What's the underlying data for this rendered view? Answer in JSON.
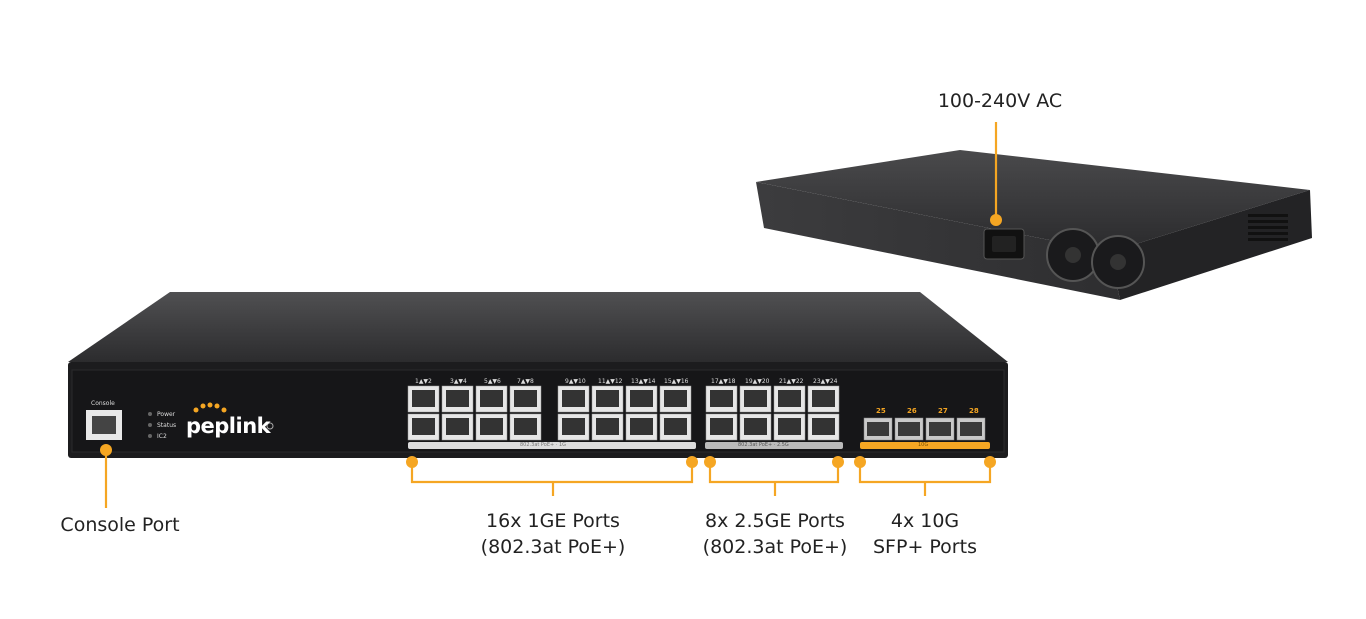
{
  "callouts": {
    "power": "100-240V AC",
    "console": "Console Port",
    "ge_ports": [
      "16x 1GE Ports",
      "(802.3at PoE+)"
    ],
    "ge25_ports": [
      "8x 2.5GE Ports",
      "(802.3at PoE+)"
    ],
    "sfp_ports": [
      "4x 10G",
      "SFP+ Ports"
    ]
  },
  "device": {
    "brand": "peplink",
    "console_label": "Console",
    "leds": [
      "Power",
      "Status",
      "IC2"
    ],
    "port_groups": [
      {
        "labels": [
          "1▲▼2",
          "3▲▼4",
          "5▲▼6",
          "7▲▼8"
        ]
      },
      {
        "labels": [
          "9▲▼10",
          "11▲▼12",
          "13▲▼14",
          "15▲▼16"
        ]
      },
      {
        "labels": [
          "17▲▼18",
          "19▲▼20",
          "21▲▼22",
          "23▲▼24"
        ]
      }
    ],
    "strip_labels": [
      "802.3at PoE+  ·  1G",
      "802.3at PoE+  ·  2.5G",
      "10G"
    ],
    "sfp_numbers": [
      "25",
      "26",
      "27",
      "28"
    ]
  },
  "colors": {
    "accent": "#f5a623",
    "chassis": "#2b2b2d",
    "front_panel": "#1c1c1e"
  }
}
